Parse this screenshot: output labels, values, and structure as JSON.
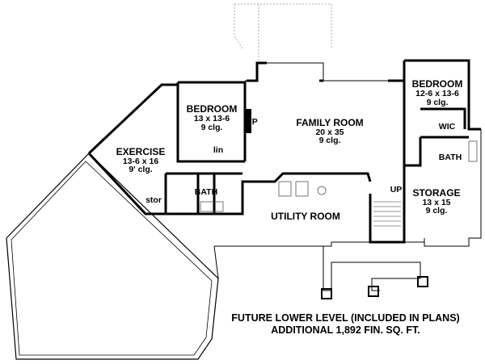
{
  "rooms": {
    "bedroom1": {
      "name": "BEDROOM",
      "size": "13 x 13-6",
      "ceiling": "9 clg."
    },
    "family": {
      "name": "FAMILY ROOM",
      "size": "20 x 35",
      "ceiling": "9 clg."
    },
    "bedroom2": {
      "name": "BEDROOM",
      "size": "12-6 x 13-6",
      "ceiling": "9 clg."
    },
    "exercise": {
      "name": "EXERCISE",
      "size": "13-6 x 16",
      "ceiling": "9' clg."
    },
    "bath1": {
      "name": "BATH"
    },
    "bath2": {
      "name": "BATH"
    },
    "utility": {
      "name": "UTILITY ROOM"
    },
    "storage": {
      "name": "STORAGE",
      "size": "13 x 15",
      "ceiling": "9 clg."
    },
    "stor": {
      "name": "stor"
    },
    "lin": {
      "name": "lin"
    },
    "fp": {
      "name": "FP"
    },
    "wic": {
      "name": "WIC"
    },
    "up": {
      "name": "UP"
    }
  },
  "caption": {
    "line1": "FUTURE LOWER LEVEL (INCLUDED IN PLANS)",
    "line2": "ADDITIONAL 1,892 FIN. SQ. FT."
  }
}
